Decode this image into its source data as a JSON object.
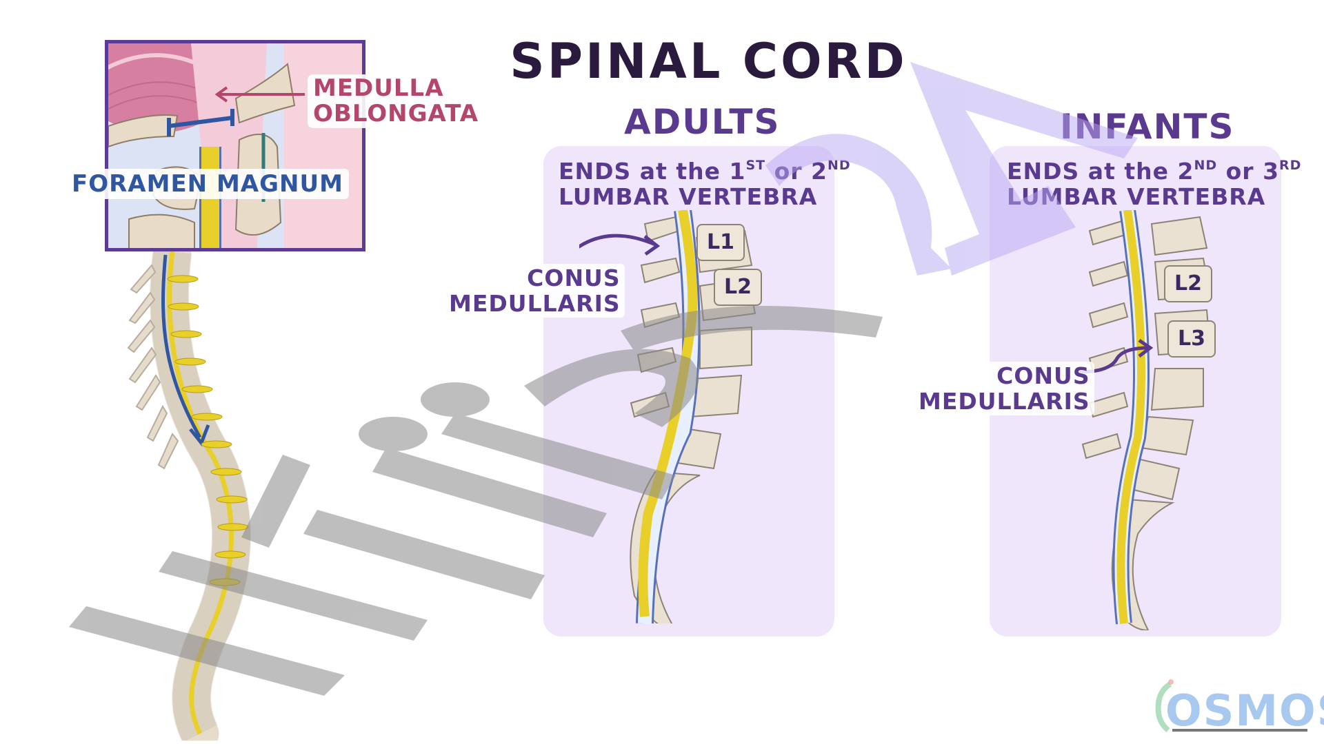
{
  "title": "SPINAL CORD",
  "inset": {
    "medulla_label_line1": "MEDULLA",
    "medulla_label_line2": "OBLONGATA",
    "foramen_label": "FORAMEN MAGNUM"
  },
  "adults": {
    "heading": "ADULTS",
    "ends_prefix": "ENDS at the ",
    "ends_first": "1",
    "ends_first_sup": "ST",
    "ends_or": " or ",
    "ends_second": "2",
    "ends_second_sup": "ND",
    "ends_line2": "LUMBAR VERTEBRA",
    "conus_line1": "CONUS",
    "conus_line2": "MEDULLARIS",
    "vertebra_labels": [
      "L1",
      "L2"
    ]
  },
  "infants": {
    "heading": "INFANTS",
    "ends_prefix": "ENDS at the ",
    "ends_first": "2",
    "ends_first_sup": "ND",
    "ends_or": " or ",
    "ends_second": "3",
    "ends_second_sup": "RD",
    "ends_line2": "LUMBAR VERTEBRA",
    "conus_line1": "CONUS",
    "conus_line2": "MEDULLARIS",
    "vertebra_labels": [
      "L2",
      "L3"
    ]
  },
  "logo": {
    "text": "OSMOSI"
  },
  "colors": {
    "title": "#2a1a3d",
    "heading_purple": "#5a3a8e",
    "panel_bg": "#f0e6fc",
    "medulla_pink": "#b5466b",
    "foramen_blue": "#2f56a0",
    "cord_yellow": "#e8cf2a",
    "bone": "#efe6da"
  }
}
